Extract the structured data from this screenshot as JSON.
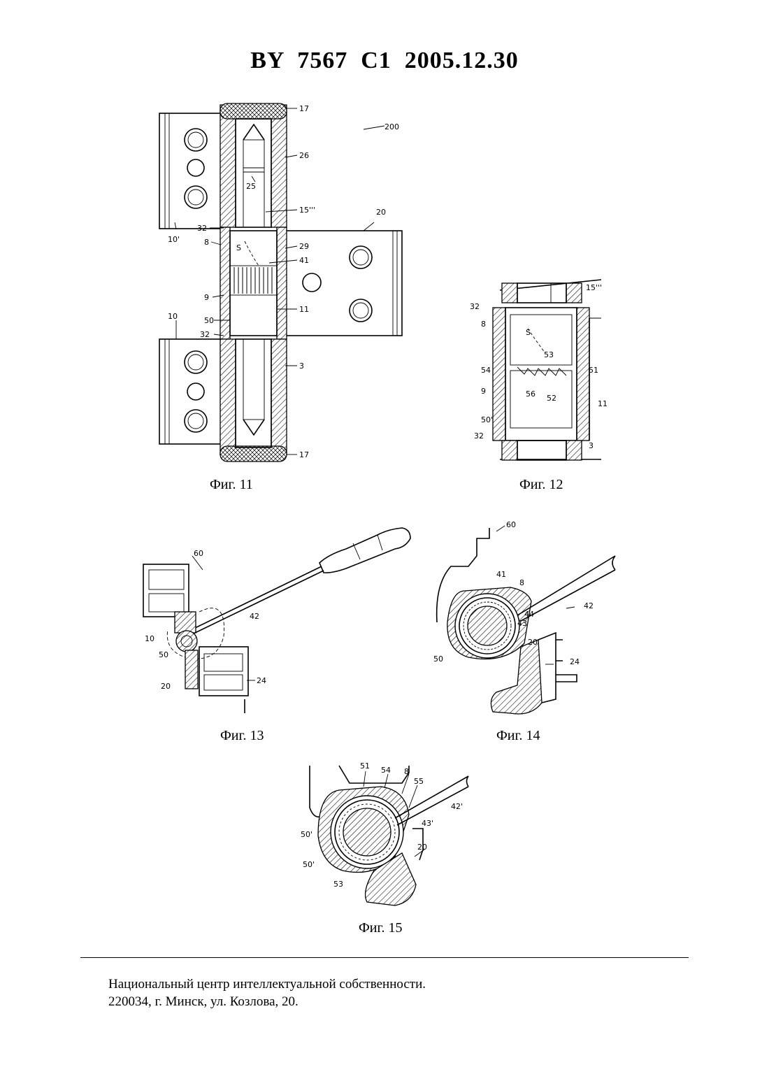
{
  "header": {
    "doc_id": "BY  7567  C1  2005.12.30"
  },
  "figures": [
    {
      "caption": "Фиг. 11",
      "labels": [
        "17",
        "200",
        "26",
        "25",
        "15'''",
        "20",
        "32",
        "10'",
        "8",
        "S",
        "29",
        "41",
        "9",
        "11",
        "50",
        "10",
        "32",
        "3",
        "17"
      ]
    },
    {
      "caption": "Фиг. 12",
      "labels": [
        "15'''",
        "32",
        "8",
        "S",
        "53",
        "54",
        "51",
        "9",
        "56",
        "52",
        "50'",
        "11",
        "32",
        "3"
      ]
    },
    {
      "caption": "Фиг. 13",
      "labels": [
        "60",
        "42",
        "10",
        "50",
        "20",
        "24"
      ]
    },
    {
      "caption": "Фиг. 14",
      "labels": [
        "60",
        "41",
        "8",
        "42",
        "44",
        "43",
        "50",
        "20",
        "24"
      ]
    },
    {
      "caption": "Фиг. 15",
      "labels": [
        "51",
        "54",
        "8",
        "55",
        "42'",
        "43'",
        "50'",
        "50'",
        "53",
        "20"
      ]
    }
  ],
  "footer": {
    "line1": "Национальный центр интеллектуальной собственности.",
    "line2": "220034, г. Минск, ул. Козлова, 20."
  }
}
